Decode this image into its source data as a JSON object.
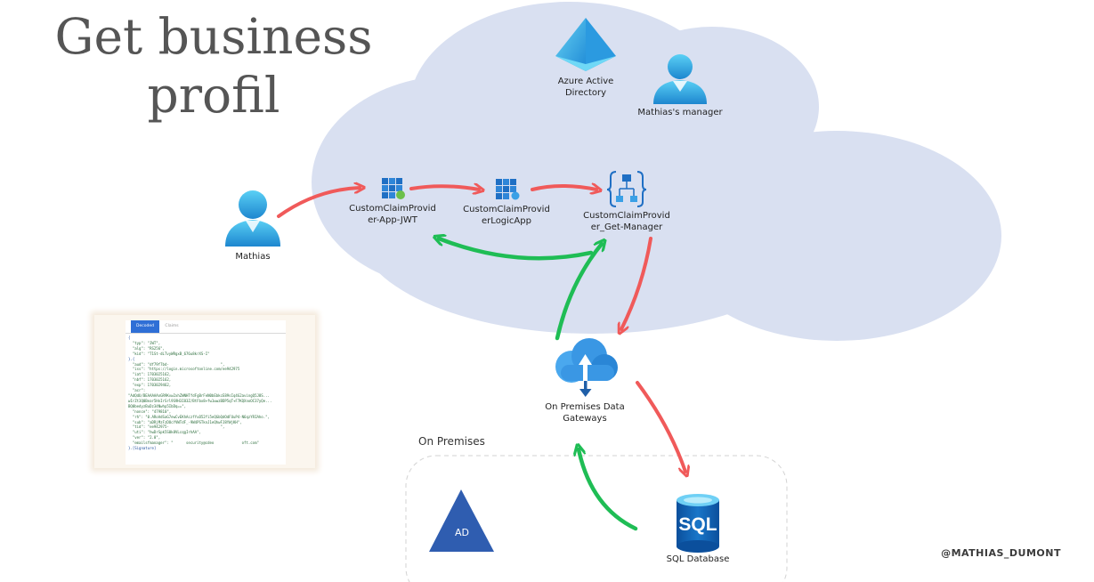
{
  "title": "Get business profil",
  "handle": "@MATHIAS_DUMONT",
  "colors": {
    "cloud": "#d9e0f1",
    "red_arrow": "#f05a5a",
    "green_arrow": "#1fbd55",
    "azure_blue": "#1f78c8",
    "ad_triangle": "#2f5db0"
  },
  "nodes": {
    "aad": {
      "label_line1": "Azure Active",
      "label_line2": "Directory",
      "icon": "azure-ad-pyramid-icon"
    },
    "manager": {
      "label": "Mathias's manager",
      "icon": "user-icon"
    },
    "user": {
      "label": "Mathias",
      "icon": "user-icon"
    },
    "jwt_app": {
      "label_line1": "CustomClaimProvid",
      "label_line2": "er-App-JWT",
      "icon": "app-grid-icon"
    },
    "logic_app": {
      "label_line1": "CustomClaimProvid",
      "label_line2": "erLogicApp",
      "icon": "app-grid-icon"
    },
    "get_manager": {
      "label_line1": "CustomClaimProvid",
      "label_line2": "er_Get-Manager",
      "icon": "logic-app-workflow-icon"
    },
    "gateway": {
      "label_line1": "On Premises Data",
      "label_line2": "Gateways",
      "icon": "data-gateway-cloud-icon"
    },
    "sql": {
      "label": "SQL Database",
      "icon_text": "SQL",
      "icon": "sql-database-icon"
    },
    "ad": {
      "label": "AD",
      "icon": "ad-triangle-icon"
    }
  },
  "on_premises": {
    "label": "On Premises"
  },
  "token": {
    "tabs": [
      "Decoded Token",
      "Claims"
    ],
    "lines": [
      "{",
      "  \"typ\": \"JWT\",",
      "  \"alg\": \"RS256\",",
      "  \"kid\": \"T1St-dLTvyWRgxB_676u8krXS-I\"",
      "}.{",
      "  \"aud\": \"df79f7bd-                        \",",
      "  \"iss\": \"https://login.microsoftonline.com/ee942975",
      "  \"iat\": 1703025162,",
      "  \"nbf\": 1703025162,",
      "  \"exp\": 1703029462,",
      "  \"acr\":",
      "\"AdQdU/BEAAAAAnGR9Kvw2xhZWNHTfdFgBrFeN0bEbkcE89sIq4G2avingQ5J8S...",
      "wIrZt3Q0Bear5HnIrSrl9S9H3I83Z/BtFbx8+fw1wwzBDP5qT+F7KQXnoOC37yQe...",
      "BQ0bedyzBuDz34Nwhp5IbDq==\",",
      "  \"nonce\": \"479810\",",
      "  \"rh\": \"0.ARoAdSaG7ewCvEKhAczfYuO52fi5eQGbQdOdFUuP4-N6qzYRIAho.\",",
      "  \"sub\": \"aDRjMzFzDOcYVWTdF_-9W4PSTknJ1eQhwFJ8YWjKH\",",
      "  \"tid\": \"ee942975-                        \",",
      "  \"uti\": \"hwDrSpk5S0k8VLcqgIrhAA\",",
      "  \"ver\": \"2.0\",",
      "  \"emailsfmanager\": \"      security@cdeo             oft.com\"",
      "}.[Signature]"
    ]
  }
}
